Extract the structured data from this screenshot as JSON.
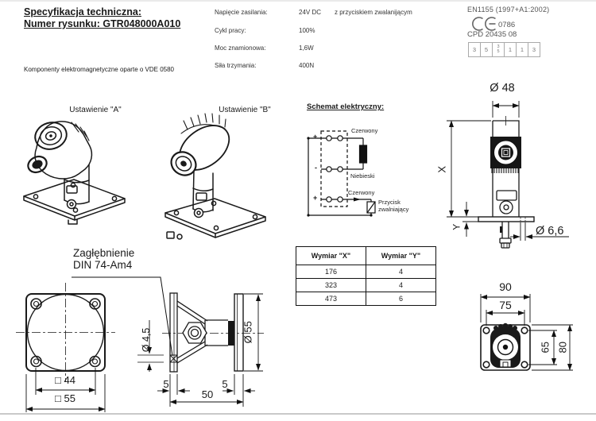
{
  "header": {
    "title": "Specyfikacja techniczna:",
    "drawing_number": "Numer rysunku: GTR048000A010",
    "note": "Komponenty elektromagnetyczne oparte o VDE 0580",
    "specs": [
      {
        "label": "Napięcie zasilania:",
        "value": "24V DC",
        "extra": "z przyciskiem zwalanijącym"
      },
      {
        "label": "Cykl pracy:",
        "value": "100%",
        "extra": ""
      },
      {
        "label": "Moc znamionowa:",
        "value": "1,6W",
        "extra": ""
      },
      {
        "label": "Siła trzymania:",
        "value": "400N",
        "extra": ""
      }
    ],
    "certification": {
      "standard": "EN1155 (1997+A1:2002)",
      "ce_number": "0786",
      "cpd": "CPD 20435 08",
      "classification": {
        "c1": "3",
        "c2": "5",
        "c3_top": "3",
        "c3_bottom": "5",
        "c4": "1",
        "c5": "1",
        "c6": "3"
      }
    }
  },
  "views": {
    "iso_a_label": "Ustawienie \"A\"",
    "iso_b_label": "Ustawienie \"B\"",
    "schematic": {
      "title": "Schemat elektryczny:",
      "terminal_top": "+",
      "terminal_mid": "-",
      "terminal_bot": "+",
      "wire_top": "Czerwony",
      "wire_mid": "Niebieski",
      "wire_bot": "Czerwony",
      "button_line1": "Przycisk",
      "button_line2": "zwalniający"
    },
    "front_view": {
      "dia_top": "Ø 48",
      "dim_x": "X",
      "dim_y": "Y",
      "dia_hole": "Ø 6,6"
    },
    "recess_note_line1": "Zagłębnienie",
    "recess_note_line2": "DIN 74-Am4",
    "plate_view": {
      "dim_inner": "□ 44",
      "dim_outer": "□ 55"
    },
    "side_view": {
      "dia_hole": "Ø 4,5",
      "dia_plate": "Ø 55",
      "dim_left": "5",
      "dim_right": "5",
      "dim_total": "50"
    },
    "rear_view": {
      "dim_w_outer": "90",
      "dim_w_inner": "75",
      "dim_h_inner": "65",
      "dim_h_outer": "80"
    }
  },
  "table": {
    "headers": [
      "Wymiar \"X\"",
      "Wymiar \"Y\""
    ],
    "rows": [
      [
        "176",
        "4"
      ],
      [
        "323",
        "4"
      ],
      [
        "473",
        "6"
      ]
    ]
  }
}
